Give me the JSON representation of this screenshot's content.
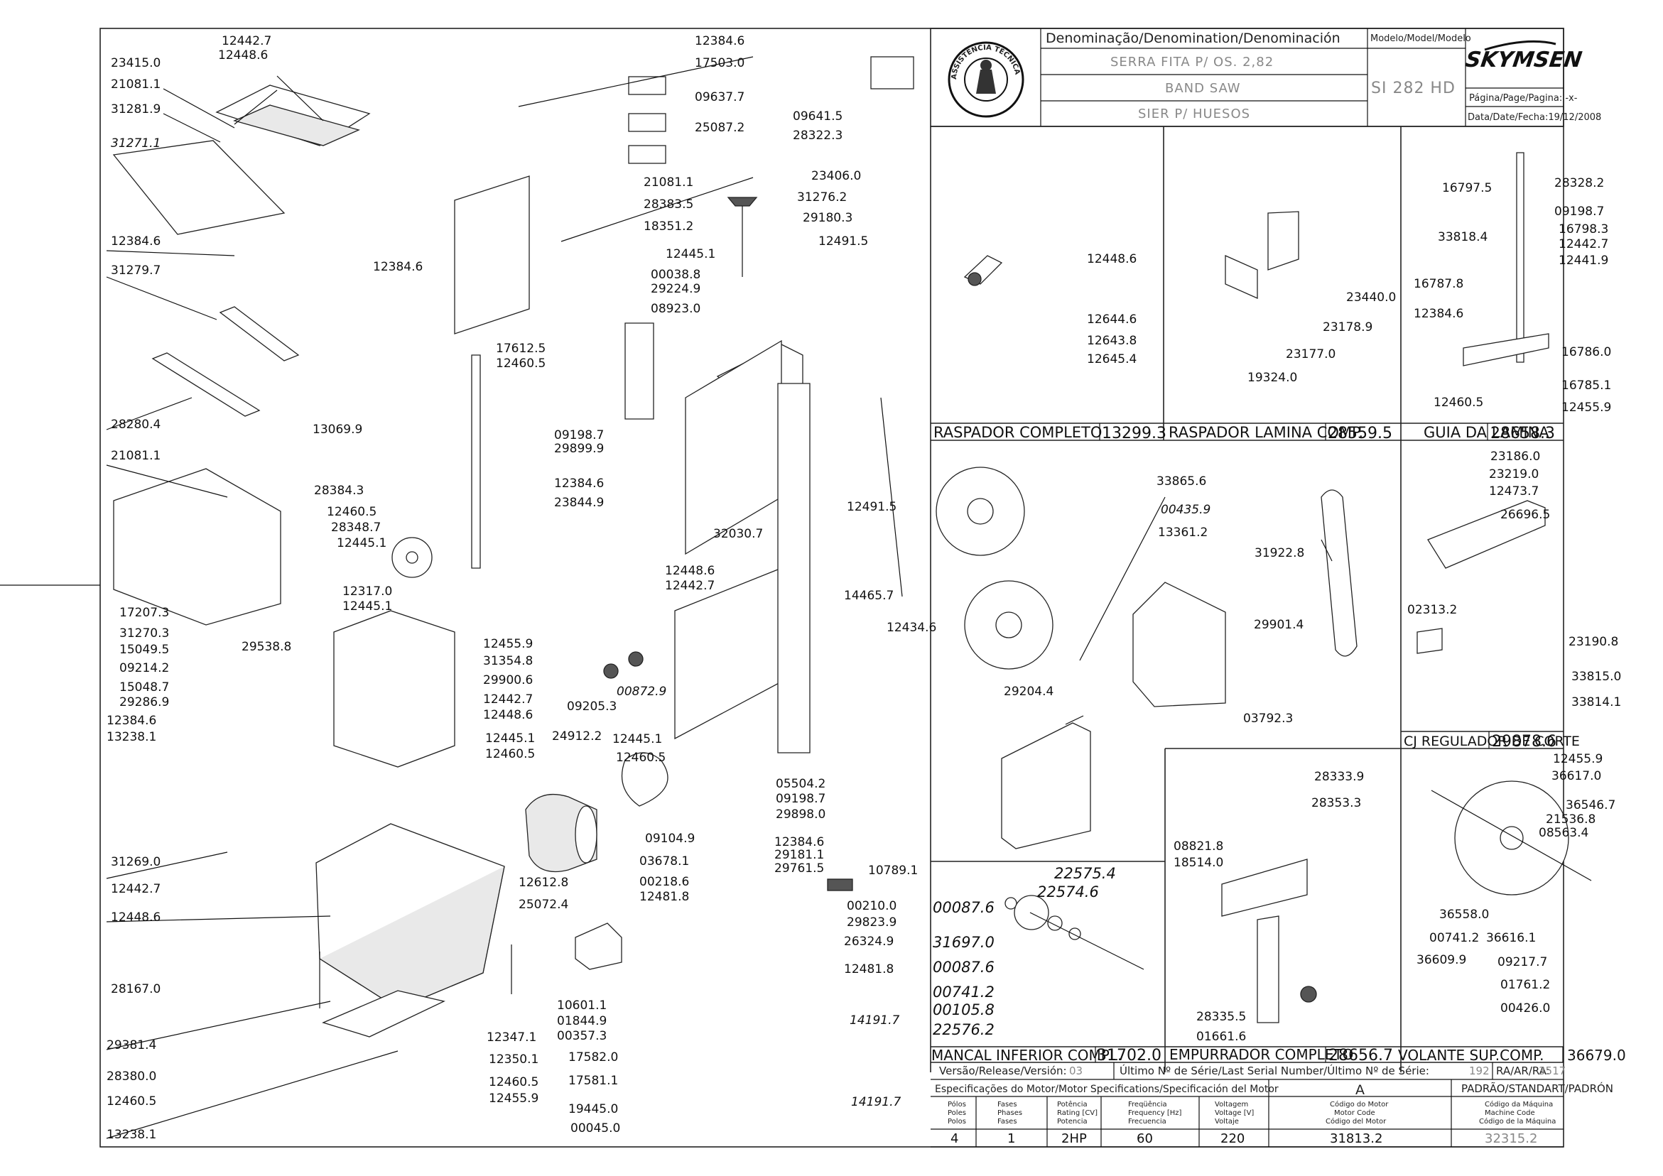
{
  "title_block": {
    "denomination_header": "Denominação/Denomination/Denominación",
    "model_header": "Modelo/Model/Modelo",
    "name_pt": "SERRA FITA P/ OS. 2,82",
    "name_en": "BAND SAW",
    "name_es": "SIER P/ HUESOS",
    "model": "SI 282 HD",
    "brand": "SKYMSEN",
    "page_label": "Página/Page/Pagina: -x-",
    "date_label": "Data/Date/Fecha:19/12/2008",
    "seal_text": "ASSISTÊNCIA TÉCNICA AUTORIZADA"
  },
  "assemblies": [
    {
      "name": "RASPADOR COMPLETO",
      "code": "13299.3"
    },
    {
      "name": "RASPADOR LAMINA COMP.",
      "code": "28559.5"
    },
    {
      "name": "GUIA DA LAMINA",
      "code": "28658.3"
    },
    {
      "name": "CJ REGULADOR DE CORTE",
      "code": "29878.6"
    },
    {
      "name": "MANCAL INFERIOR COMPL.",
      "code": "31702.0"
    },
    {
      "name": "EMPURRADOR COMPLETO",
      "code": "28656.7"
    },
    {
      "name": "VOLANTE SUP.COMP.",
      "code": "36679.0"
    }
  ],
  "revision": {
    "version_label": "Versão/Release/Versión:",
    "version": "03",
    "serial_label": "Último Nº de Série/Last Serial Number/Último Nº de Série:",
    "serial": "192",
    "ra_label": "RA/AR/RA:",
    "ra": "3517"
  },
  "motor": {
    "header": "Especificações do Motor/Motor Specifications/Specificación del Motor",
    "col_a": "A",
    "padrao_header": "PADRÃO/STANDART/PADRÓN",
    "col_labels": [
      [
        "Pólos",
        "Poles",
        "Polos"
      ],
      [
        "Fases",
        "Phases",
        "Fases"
      ],
      [
        "Potência",
        "Rating [CV]",
        "Potencia"
      ],
      [
        "Freqüência",
        "Frequency [Hz]",
        "Frecuencia"
      ],
      [
        "Voltagem",
        "Voltage [V]",
        "Voltaje"
      ],
      [
        "Código do Motor",
        "Motor Code",
        "Código del Motor"
      ],
      [
        "Código da Máquina",
        "Machine Code",
        "Código de la Máquina"
      ]
    ],
    "values": [
      "4",
      "1",
      "2HP",
      "60",
      "220",
      "31813.2",
      "32315.2"
    ]
  },
  "callouts": {
    "main": [
      "12442.7",
      "12448.6",
      "23415.0",
      "21081.1",
      "31281.9",
      "31271.1",
      "12384.6",
      "31279.7",
      "28280.4",
      "21081.1",
      "28384.3",
      "17207.3",
      "31270.3",
      "15049.5",
      "09214.2",
      "15048.7",
      "29286.9",
      "12384.6",
      "13238.1",
      "31269.0",
      "12442.7",
      "12448.6",
      "28167.0",
      "29381.4",
      "28380.0",
      "12460.5",
      "13238.1",
      "12384.6",
      "17503.0",
      "09637.7",
      "25087.2",
      "12384.6",
      "21081.1",
      "28383.5",
      "18351.2",
      "12445.1",
      "00038.8",
      "29224.9",
      "08923.0",
      "17612.5",
      "12460.5",
      "13069.9",
      "09198.7",
      "29899.9",
      "12384.6",
      "23844.9",
      "12460.5",
      "28348.7",
      "12445.1",
      "12317.0",
      "12445.1",
      "29538.8",
      "12455.9",
      "31354.8",
      "29900.6",
      "12442.7",
      "12448.6",
      "12445.1",
      "12460.5",
      "12448.6",
      "12442.7",
      "09205.3",
      "00872.9",
      "24912.2",
      "12445.1",
      "12460.5",
      "12612.8",
      "25072.4",
      "09104.9",
      "03678.1",
      "00218.6",
      "12481.8",
      "10601.1",
      "01844.9",
      "00357.3",
      "17582.0",
      "17581.1",
      "19445.0",
      "00045.0",
      "12347.1",
      "12350.1",
      "12460.5",
      "12455.9",
      "09641.5",
      "28322.3",
      "23406.0",
      "31276.2",
      "29180.3",
      "12491.5",
      "32030.7",
      "12491.5",
      "14465.7",
      "12434.6",
      "05504.2",
      "09198.7",
      "29898.0",
      "12384.6",
      "29181.1",
      "29761.5",
      "10789.1",
      "00210.0",
      "29823.9",
      "26324.9",
      "12481.8",
      "14191.7",
      "14191.7",
      "33865.6",
      "00435.9",
      "13361.2",
      "29204.4",
      "31922.8",
      "29901.4",
      "03792.3"
    ],
    "raspador": [
      "12448.6",
      "12644.6",
      "12643.8",
      "12645.4"
    ],
    "raspador_lamina": [
      "23440.0",
      "23178.9",
      "23177.0",
      "19324.0"
    ],
    "guia": [
      "16797.5",
      "28328.2",
      "09198.7",
      "33818.4",
      "16798.3",
      "12442.7",
      "12441.9",
      "16787.8",
      "12384.6",
      "16786.0",
      "16785.1",
      "12460.5",
      "12455.9"
    ],
    "regulador": [
      "23186.0",
      "23219.0",
      "12473.7",
      "26696.5",
      "02313.2",
      "23190.8",
      "33815.0",
      "33814.1"
    ],
    "mancal": [
      "22575.4",
      "22574.6",
      "00087.6",
      "31697.0",
      "00087.6",
      "00741.2",
      "00105.8",
      "22576.2"
    ],
    "empurrador": [
      "28333.9",
      "28353.3",
      "08821.8",
      "18514.0",
      "28335.5",
      "01661.6"
    ],
    "volante": [
      "12455.9",
      "36617.0",
      "36546.7",
      "21536.8",
      "08563.4",
      "36558.0",
      "00741.2",
      "36616.1",
      "36609.9",
      "09217.7",
      "01761.2",
      "00426.0"
    ]
  }
}
